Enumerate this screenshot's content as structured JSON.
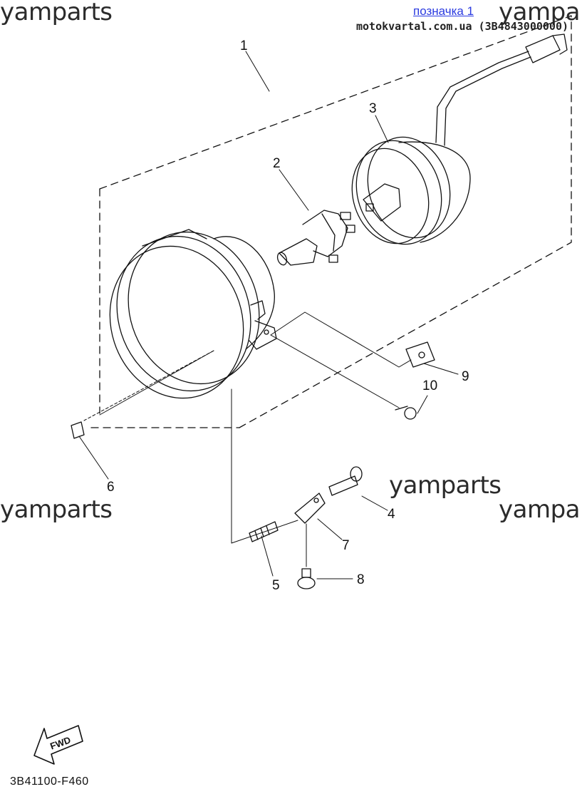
{
  "watermarks": {
    "top_left": "yamparts",
    "top_right": "yampar",
    "mid_right": "yamparts",
    "left": "yamparts",
    "right": "yampar"
  },
  "header": {
    "mark_link": "позначка 1",
    "site": "motokvartal.com.ua (3B4843000000)"
  },
  "callouts": {
    "c1": "1",
    "c2": "2",
    "c3": "3",
    "c4": "4",
    "c5": "5",
    "c6": "6",
    "c7": "7",
    "c8": "8",
    "c9": "9",
    "c10": "10"
  },
  "fwd_label": "FWD",
  "diagram_code": "3B41100-F460",
  "colors": {
    "line": "#111111",
    "link": "#2a3ae0",
    "watermark": "#2b2b2b"
  }
}
